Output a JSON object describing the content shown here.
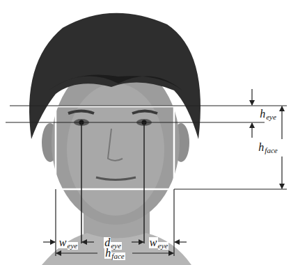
{
  "diagram": {
    "labels": [
      "h",
      "eye",
      "h",
      "face",
      "w",
      "eye",
      "d",
      "eye",
      "w",
      "eye",
      "h",
      "face"
    ]
  }
}
